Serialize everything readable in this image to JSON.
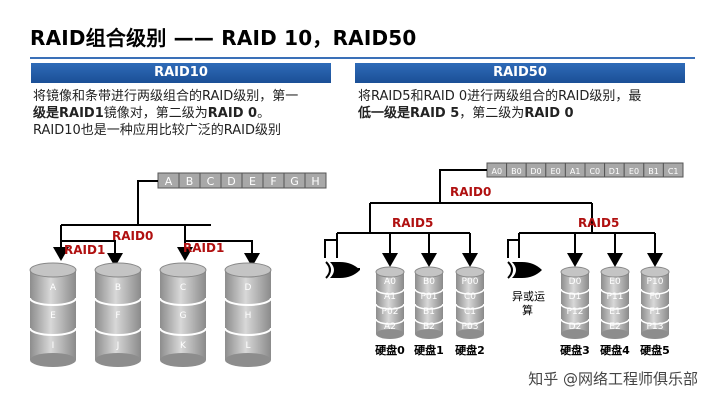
{
  "title": "RAID组合级别 —— RAID 10，RAID50",
  "raid10": {
    "header": "RAID10",
    "desc_line1_a": "将镜像和条带进行两级组合的RAID级别，第一",
    "desc_line2_a": "级是",
    "desc_line2_b": "RAID1",
    "desc_line2_c": "镜像对，第二级为",
    "desc_line2_d": "RAID 0",
    "desc_line2_e": "。",
    "desc_line3": "RAID10也是一种应用比较广泛的RAID级别",
    "stripe": [
      "A",
      "B",
      "C",
      "D",
      "E",
      "F",
      "G",
      "H"
    ],
    "level0": "RAID0",
    "level1_left": "RAID1",
    "level1_right": "RAID1",
    "disks": [
      {
        "top": "A",
        "mid": "E",
        "bot": "I"
      },
      {
        "top": "B",
        "mid": "F",
        "bot": "J"
      },
      {
        "top": "C",
        "mid": "G",
        "bot": "K"
      },
      {
        "top": "D",
        "mid": "H",
        "bot": "L"
      }
    ]
  },
  "raid50": {
    "header": "RAID50",
    "desc_line1": "将RAID5和RAID 0进行两级组合的RAID级别，最",
    "desc_line2_a": "低一级是",
    "desc_line2_b": "RAID 5",
    "desc_line2_c": "，第二级为",
    "desc_line2_d": "RAID 0",
    "stripe": [
      "A0",
      "B0",
      "D0",
      "E0",
      "A1",
      "C0",
      "D1",
      "E0",
      "B1",
      "C1"
    ],
    "level0": "RAID0",
    "left_raid5": "RAID5",
    "right_raid5": "RAID5",
    "xor_label_1": "异或运",
    "xor_label_2": "算",
    "disks": [
      {
        "cells": [
          "A0",
          "A1",
          "P02",
          "A2"
        ],
        "label": "硬盘0"
      },
      {
        "cells": [
          "B0",
          "P01",
          "B1",
          "B2"
        ],
        "label": "硬盘1"
      },
      {
        "cells": [
          "P00",
          "C0",
          "C1",
          "P03"
        ],
        "label": "硬盘2"
      },
      {
        "cells": [
          "D0",
          "D1",
          "P12",
          "D2"
        ],
        "label": "硬盘3"
      },
      {
        "cells": [
          "E0",
          "P11",
          "E1",
          "E2"
        ],
        "label": "硬盘4"
      },
      {
        "cells": [
          "P10",
          "F0",
          "F1",
          "P13"
        ],
        "label": "硬盘5"
      }
    ]
  },
  "watermark": "知乎 @网络工程师俱乐部",
  "colors": {
    "accent": "#3a70b8",
    "red_label": "#b01010"
  }
}
